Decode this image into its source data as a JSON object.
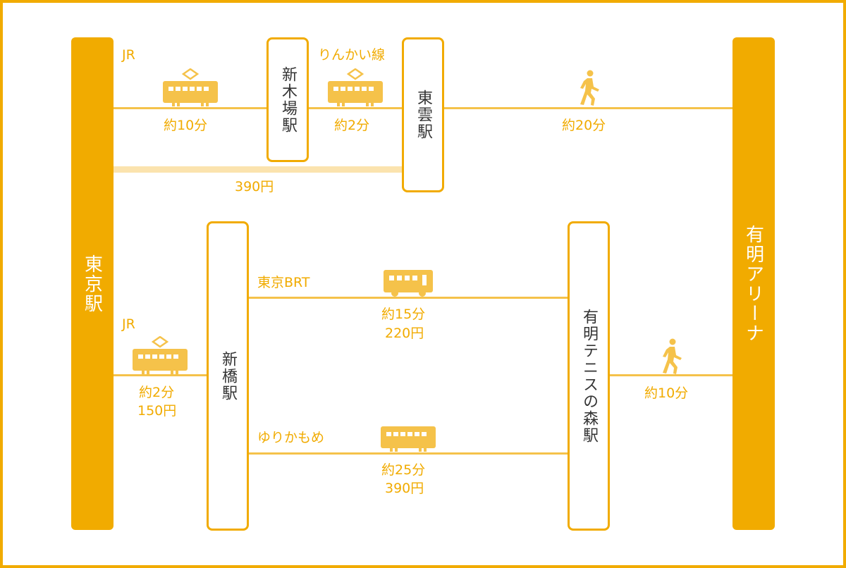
{
  "colors": {
    "primary": "#F1AB00",
    "line": "#F5C24A",
    "fare_bar": "#FBE3AE",
    "station_text": "#333333"
  },
  "stations": {
    "tokyo": "東京駅",
    "ariake_arena": "有明アリーナ",
    "shinkiba": "新木場駅",
    "shinonome": "東雲駅",
    "shimbashi": "新橋駅",
    "ariake_tennis": "有明テニスの森駅"
  },
  "route1": {
    "jr_label": "JR",
    "jr_time": "約10分",
    "rinkai_label": "りんかい線",
    "rinkai_time": "約2分",
    "walk_time": "約20分",
    "fare": "390円"
  },
  "route2": {
    "jr_label": "JR",
    "jr_time": "約2分",
    "jr_fare": "150円",
    "brt_label": "東京BRT",
    "brt_time": "約15分",
    "brt_fare": "220円",
    "yuri_label": "ゆりかもめ",
    "yuri_time": "約25分",
    "yuri_fare": "390円",
    "walk_time": "約10分"
  },
  "icons": [
    "train-icon",
    "bus-icon",
    "walking-person-icon"
  ]
}
